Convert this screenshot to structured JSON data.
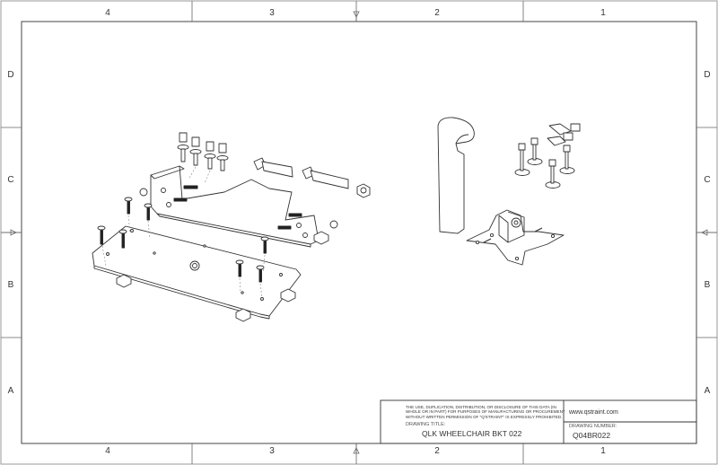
{
  "zones": {
    "columns": [
      "4",
      "3",
      "2",
      "1"
    ],
    "rows": [
      "D",
      "C",
      "B",
      "A"
    ]
  },
  "title_block": {
    "notice": "THE USE, DUPLICATION, DISTRIBUTION, OR DISCLOSURE OF THIS DATA (IN WHOLE OR IN PART) FOR PURPOSES OF MANUFACTURING OR PROCUREMENT WITHOUT WRITTEN PERMISSION OF \"Q'STRAINT\" IS EXPRESSLY PROHIBITED.",
    "drawing_title_label": "DRAWING TITLE:",
    "drawing_title": "QLK WHEELCHAIR BKT 022",
    "website": "www.qstraint.com",
    "drawing_number_label": "DRAWING NUMBER:",
    "drawing_number": "Q04BR022"
  }
}
